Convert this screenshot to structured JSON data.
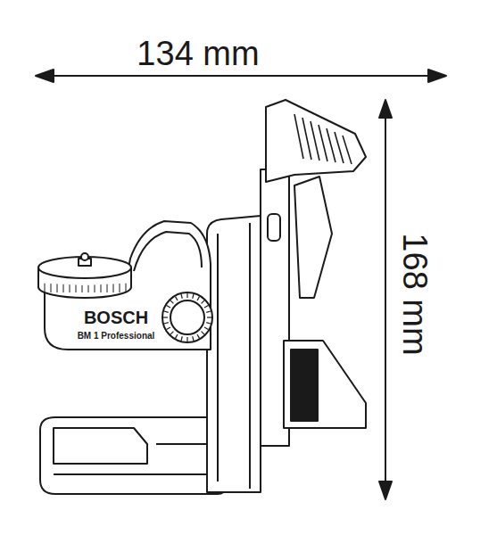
{
  "diagram": {
    "labels": [
      "134 mm",
      "168 mm",
      "BOSCH",
      "BM 1 Professional"
    ]
  }
}
